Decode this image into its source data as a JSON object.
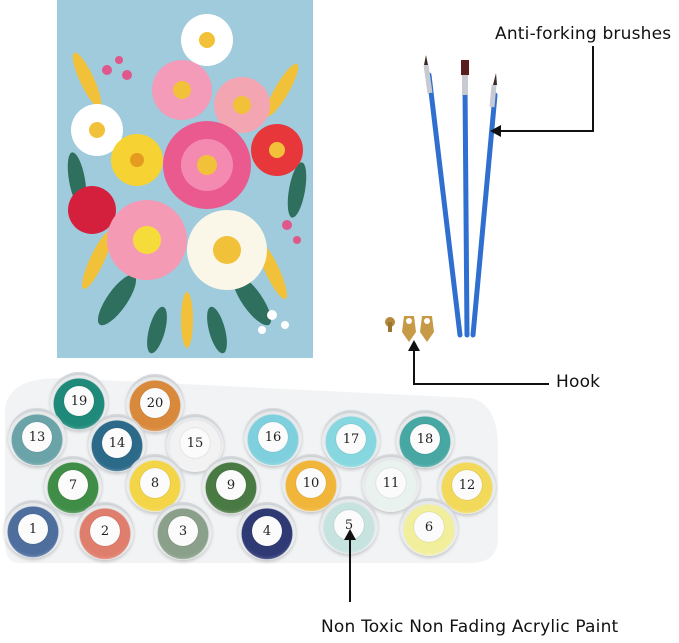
{
  "callouts": {
    "brushes": "Anti-forking brushes",
    "hook": "Hook",
    "paint": "Non Toxic Non Fading Acrylic Paint"
  },
  "images": {
    "painting": "floral-bouquet-painting",
    "brushes": "three-blue-paint-brushes",
    "hooks": "hanging-hooks-and-screws"
  },
  "pots": [
    {
      "label": "19",
      "color": "#1f8a7a"
    },
    {
      "label": "20",
      "color": "#d9893b"
    },
    {
      "label": "13",
      "color": "#6aa3a8"
    },
    {
      "label": "14",
      "color": "#2c6a8a"
    },
    {
      "label": "15",
      "color": "#f2f2f2"
    },
    {
      "label": "16",
      "color": "#7fd0de"
    },
    {
      "label": "17",
      "color": "#86d7df"
    },
    {
      "label": "18",
      "color": "#47a7a3"
    },
    {
      "label": "7",
      "color": "#3f8d46"
    },
    {
      "label": "8",
      "color": "#f3d547"
    },
    {
      "label": "9",
      "color": "#4a7a43"
    },
    {
      "label": "10",
      "color": "#f1b53a"
    },
    {
      "label": "11",
      "color": "#e9f2ee"
    },
    {
      "label": "12",
      "color": "#f2d95a"
    },
    {
      "label": "1",
      "color": "#4e6e9e"
    },
    {
      "label": "2",
      "color": "#e07e6d"
    },
    {
      "label": "3",
      "color": "#8aa08a"
    },
    {
      "label": "4",
      "color": "#2f3a75"
    },
    {
      "label": "5",
      "color": "#c6e3e0"
    },
    {
      "label": "6",
      "color": "#f2ef9c"
    }
  ]
}
